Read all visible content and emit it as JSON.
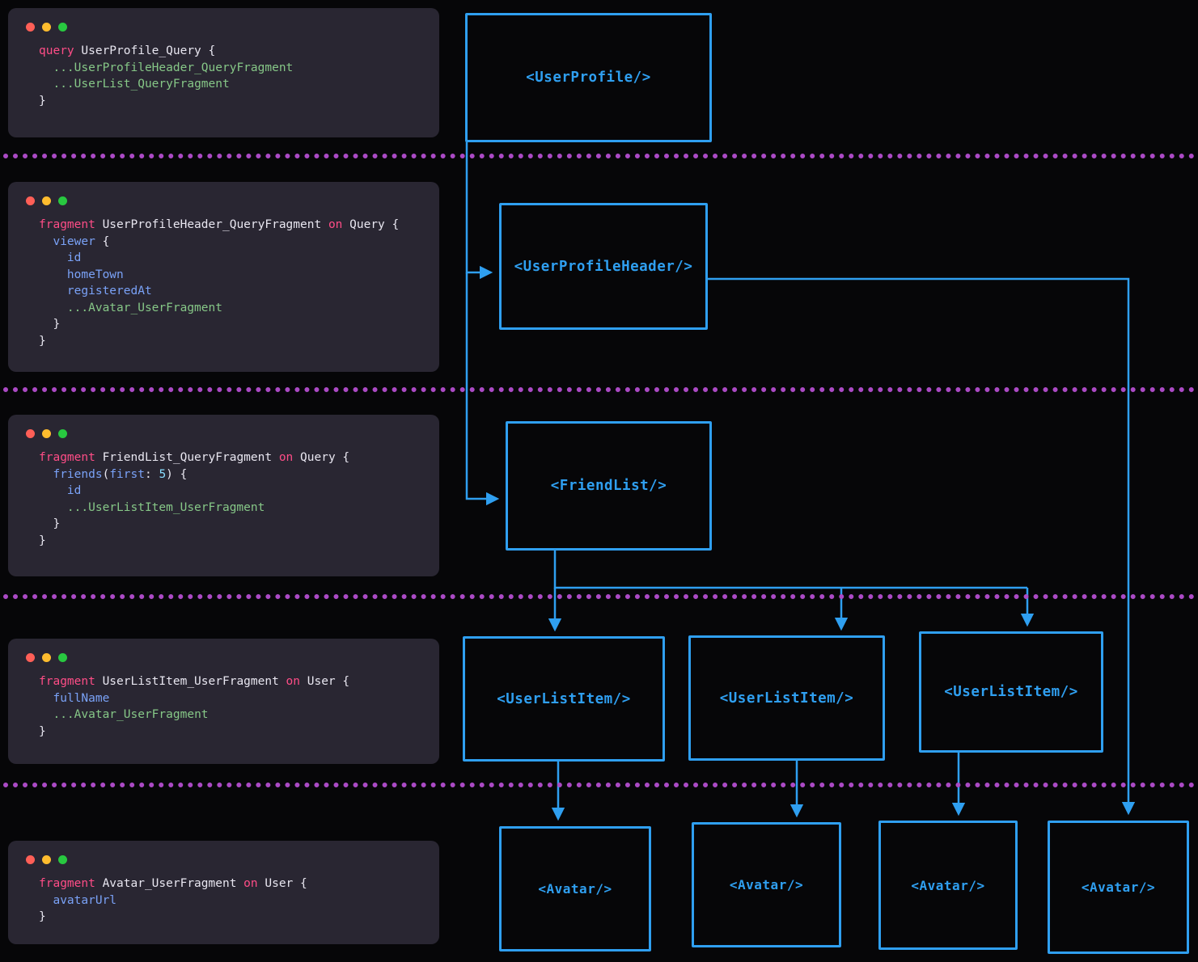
{
  "colors": {
    "background": "#060608",
    "window_bg": "#292632",
    "accent_blue": "#2f9ff0",
    "separator_purple": "#ab4ac5",
    "keyword_pink": "#ff4d87",
    "field_blue": "#7aa2f7",
    "spread_green": "#86c787",
    "traffic_red": "#ff5f57",
    "traffic_yellow": "#febc2e",
    "traffic_green": "#28c840"
  },
  "windows": [
    {
      "name": "query-window",
      "code": [
        [
          [
            "kw",
            "query"
          ],
          [
            "pl",
            " UserProfile_Query {"
          ]
        ],
        [
          [
            "pl",
            "  "
          ],
          [
            "spr",
            "...UserProfileHeader_QueryFragment"
          ]
        ],
        [
          [
            "pl",
            "  "
          ],
          [
            "spr",
            "...UserList_QueryFragment"
          ]
        ],
        [
          [
            "pl",
            "}"
          ]
        ]
      ]
    },
    {
      "name": "user-profile-header-fragment-window",
      "code": [
        [
          [
            "kw",
            "fragment"
          ],
          [
            "pl",
            " UserProfileHeader_QueryFragment "
          ],
          [
            "kw",
            "on"
          ],
          [
            "pl",
            " Query {"
          ]
        ],
        [
          [
            "pl",
            "  "
          ],
          [
            "fld",
            "viewer"
          ],
          [
            "pl",
            " {"
          ]
        ],
        [
          [
            "pl",
            "    "
          ],
          [
            "fld",
            "id"
          ]
        ],
        [
          [
            "pl",
            "    "
          ],
          [
            "fld",
            "homeTown"
          ]
        ],
        [
          [
            "pl",
            "    "
          ],
          [
            "fld",
            "registeredAt"
          ]
        ],
        [
          [
            "pl",
            "    "
          ],
          [
            "spr",
            "...Avatar_UserFragment"
          ]
        ],
        [
          [
            "pl",
            "  }"
          ]
        ],
        [
          [
            "pl",
            "}"
          ]
        ]
      ]
    },
    {
      "name": "friend-list-fragment-window",
      "code": [
        [
          [
            "kw",
            "fragment"
          ],
          [
            "pl",
            " FriendList_QueryFragment "
          ],
          [
            "kw",
            "on"
          ],
          [
            "pl",
            " Query {"
          ]
        ],
        [
          [
            "pl",
            "  "
          ],
          [
            "fld",
            "friends"
          ],
          [
            "pl",
            "("
          ],
          [
            "fld",
            "first"
          ],
          [
            "pl",
            ": "
          ],
          [
            "num",
            "5"
          ],
          [
            "pl",
            ") {"
          ]
        ],
        [
          [
            "pl",
            "    "
          ],
          [
            "fld",
            "id"
          ]
        ],
        [
          [
            "pl",
            "    "
          ],
          [
            "spr",
            "...UserListItem_UserFragment"
          ]
        ],
        [
          [
            "pl",
            "  }"
          ]
        ],
        [
          [
            "pl",
            "}"
          ]
        ]
      ]
    },
    {
      "name": "user-list-item-fragment-window",
      "code": [
        [
          [
            "kw",
            "fragment"
          ],
          [
            "pl",
            " UserListItem_UserFragment "
          ],
          [
            "kw",
            "on"
          ],
          [
            "pl",
            " User {"
          ]
        ],
        [
          [
            "pl",
            "  "
          ],
          [
            "fld",
            "fullName"
          ]
        ],
        [
          [
            "pl",
            "  "
          ],
          [
            "spr",
            "...Avatar_UserFragment"
          ]
        ],
        [
          [
            "pl",
            "}"
          ]
        ]
      ]
    },
    {
      "name": "avatar-fragment-window",
      "code": [
        [
          [
            "kw",
            "fragment"
          ],
          [
            "pl",
            " Avatar_UserFragment "
          ],
          [
            "kw",
            "on"
          ],
          [
            "pl",
            " User {"
          ]
        ],
        [
          [
            "pl",
            "  "
          ],
          [
            "fld",
            "avatarUrl"
          ]
        ],
        [
          [
            "pl",
            "}"
          ]
        ]
      ]
    }
  ],
  "components": [
    {
      "label": "<UserProfile/>"
    },
    {
      "label": "<UserProfileHeader/>"
    },
    {
      "label": "<FriendList/>"
    },
    {
      "label": "<UserListItem/>"
    },
    {
      "label": "<UserListItem/>"
    },
    {
      "label": "<UserListItem/>"
    },
    {
      "label": "<Avatar/>"
    },
    {
      "label": "<Avatar/>"
    },
    {
      "label": "<Avatar/>"
    },
    {
      "label": "<Avatar/>"
    }
  ]
}
